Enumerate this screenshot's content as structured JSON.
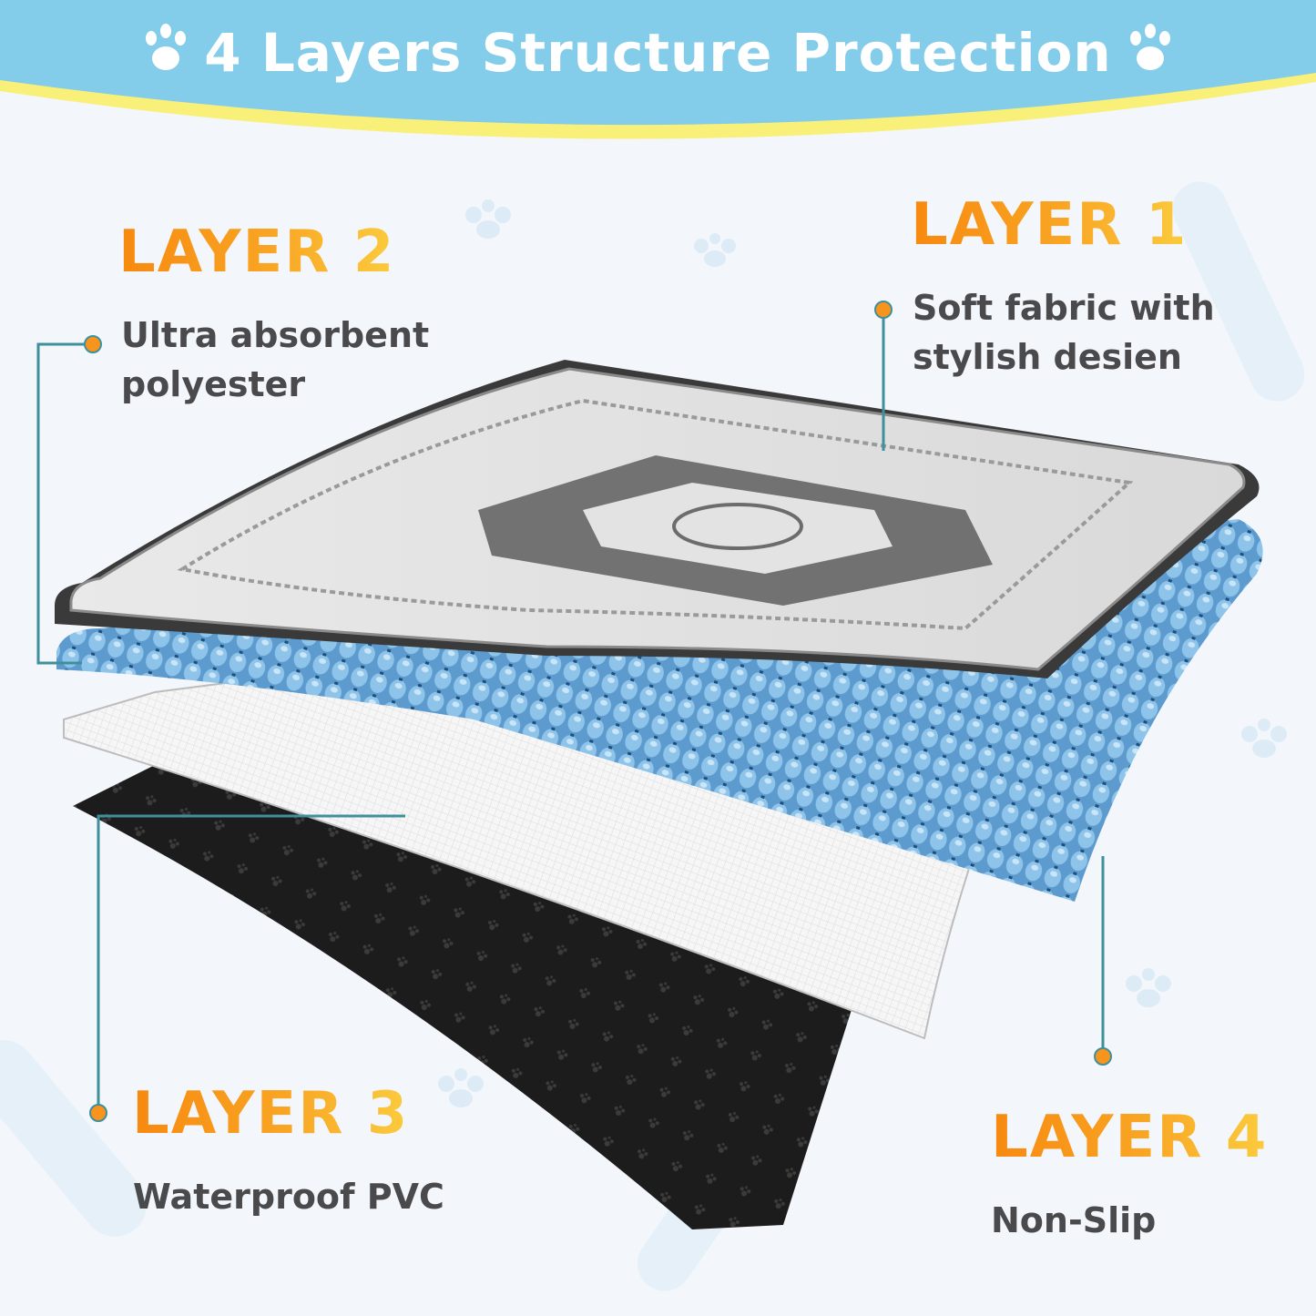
{
  "header": {
    "title": "4 Layers Structure Protection",
    "background_color": "#84cdea",
    "accent_stripe_color": "#f9f07a",
    "text_color": "#ffffff",
    "left_icon": "paw-icon",
    "right_icon": "paw-icon"
  },
  "layers": [
    {
      "heading": "LAYER 1",
      "description_lines": [
        "Soft fabric with",
        "stylish desien"
      ]
    },
    {
      "heading": "LAYER 2",
      "description_lines": [
        "Ultra absorbent",
        "polyester"
      ]
    },
    {
      "heading": "LAYER 3",
      "description_lines": [
        "Waterproof PVC"
      ]
    },
    {
      "heading": "LAYER 4",
      "description_lines": [
        "Non-Slip"
      ]
    }
  ],
  "colors": {
    "heading_gradient_start": "#f7890f",
    "heading_gradient_end": "#fbcb3e",
    "description_text": "#4a4a4c",
    "connector_line": "#3f8f9c",
    "connector_dot": "#f7941d",
    "page_background": "#f3f7fb",
    "rug_edge": "#3a3a3a",
    "absorbent_blue": "#5b97c9",
    "waterproof_white": "#f4f4f4",
    "nonslip_black": "#1c1c1c"
  },
  "background_decorations": [
    "paw-icon",
    "bone-icon"
  ]
}
